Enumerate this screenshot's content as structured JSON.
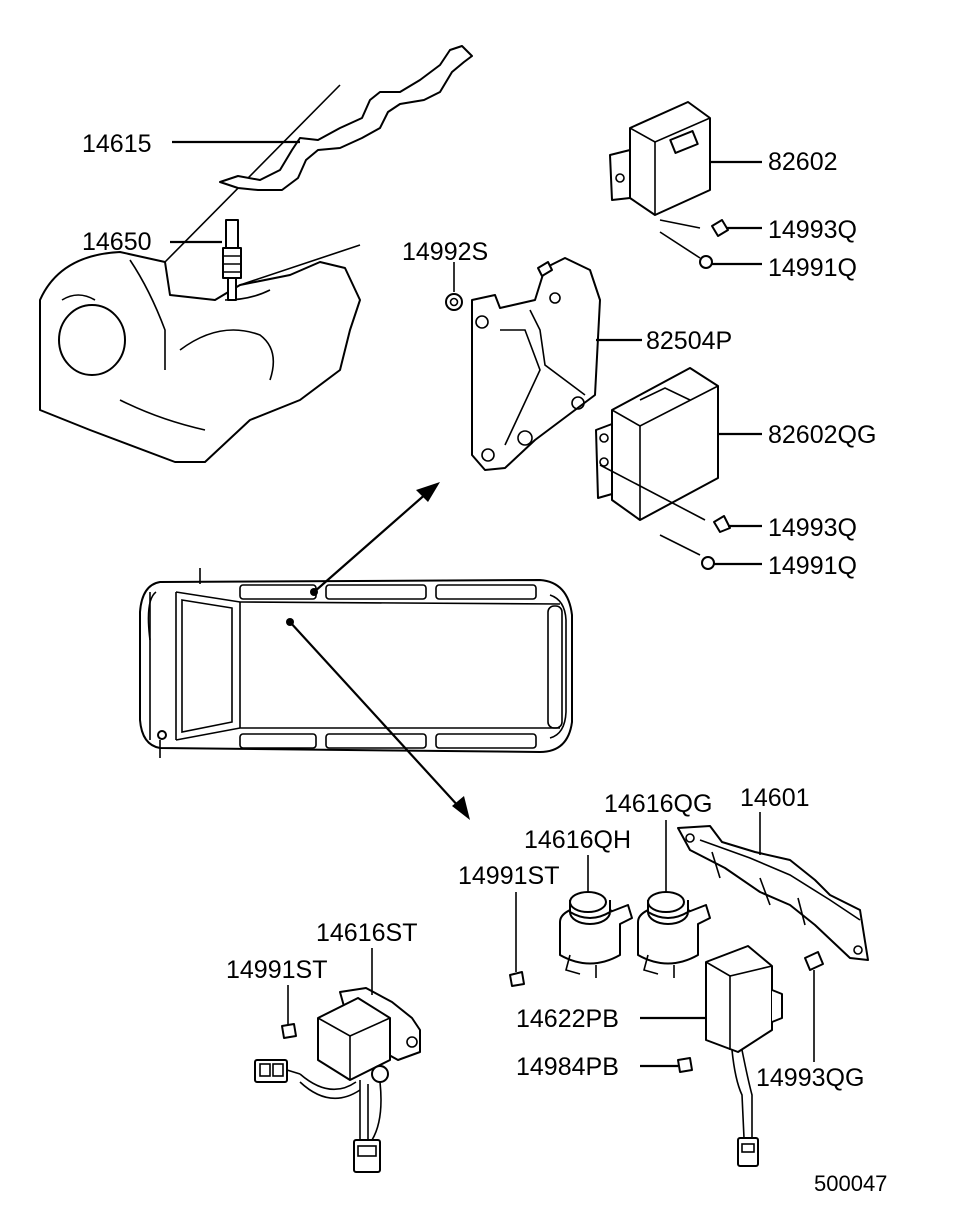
{
  "labels": {
    "p14615": "14615",
    "p14650": "14650",
    "p14992S": "14992S",
    "p82602": "82602",
    "p14993Q_a": "14993Q",
    "p14991Q_a": "14991Q",
    "p82504P": "82504P",
    "p82602QG": "82602QG",
    "p14993Q_b": "14993Q",
    "p14991Q_b": "14991Q",
    "p14616QG": "14616QG",
    "p14601": "14601",
    "p14616QH": "14616QH",
    "p14991ST_a": "14991ST",
    "p14616ST": "14616ST",
    "p14991ST_b": "14991ST",
    "p14622PB": "14622PB",
    "p14984PB": "14984PB",
    "p14993QG": "14993QG"
  },
  "reference_number": "500047",
  "colors": {
    "line": "#000000",
    "background": "#ffffff"
  }
}
